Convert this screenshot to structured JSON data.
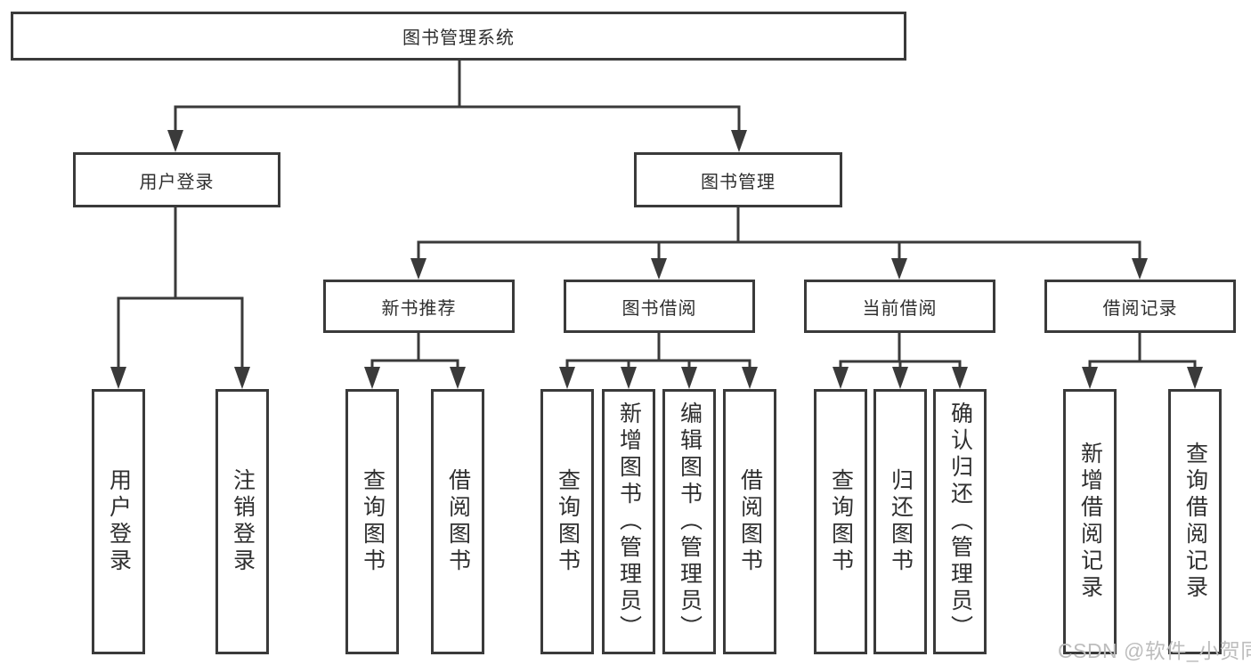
{
  "tree": {
    "root": {
      "label": "图书管理系统"
    },
    "children": [
      {
        "label": "用户登录",
        "children": [
          {
            "label": "用户登录"
          },
          {
            "label": "注销登录"
          }
        ]
      },
      {
        "label": "图书管理",
        "children": [
          {
            "label": "新书推荐",
            "children": [
              {
                "label": "查询图书"
              },
              {
                "label": "借阅图书"
              }
            ]
          },
          {
            "label": "图书借阅",
            "children": [
              {
                "label": "查询图书"
              },
              {
                "label": "新增图书（管理员）"
              },
              {
                "label": "编辑图书（管理员）"
              },
              {
                "label": "借阅图书"
              }
            ]
          },
          {
            "label": "当前借阅",
            "children": [
              {
                "label": "查询图书"
              },
              {
                "label": "归还图书"
              },
              {
                "label": "确认归还（管理员）"
              }
            ]
          },
          {
            "label": "借阅记录",
            "children": [
              {
                "label": "新增借阅记录"
              },
              {
                "label": "查询借阅记录"
              }
            ]
          }
        ]
      }
    ]
  },
  "watermark": {
    "text": "CSDN @软件_小贺同学"
  },
  "colors": {
    "line": "#3a3a3a",
    "text": "#2f2f2f",
    "watermark": "#bdbdbd",
    "background": "#ffffff"
  }
}
